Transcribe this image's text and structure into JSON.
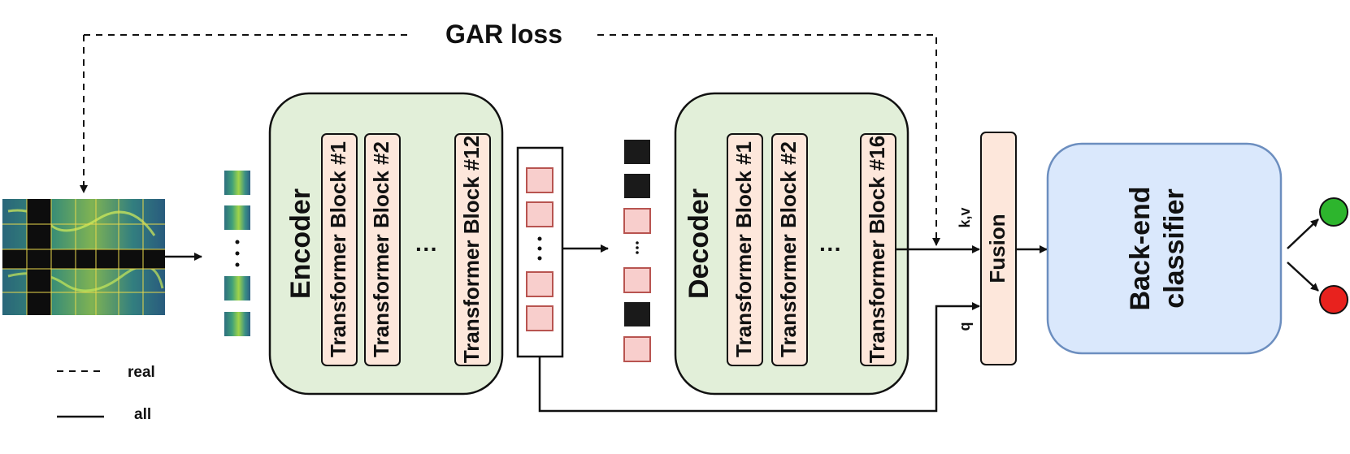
{
  "loss_label": "GAR loss",
  "legend": {
    "dashed_label": "real",
    "solid_label": "all"
  },
  "encoder": {
    "title": "Encoder",
    "blocks": [
      "Transformer Block #1",
      "Transformer Block #2",
      "Transformer Block #12"
    ]
  },
  "decoder": {
    "title": "Decoder",
    "blocks": [
      "Transformer Block #1",
      "Transformer Block #2",
      "Transformer Block #16"
    ]
  },
  "ellipsis": "···",
  "fusion": {
    "label": "Fusion",
    "kv_label": "k,v",
    "q_label": "q"
  },
  "classifier": {
    "line1": "Back-end",
    "line2": "classifier"
  },
  "outputs": [
    {
      "color": "#2db52d"
    },
    {
      "color": "#e8221e"
    }
  ],
  "colors": {
    "green_box": "#e2efd9",
    "block_fill": "#fde7db",
    "token_fill": "#f8cecc",
    "token_stroke": "#b85450",
    "masked": "#1a1a1a",
    "classifier_fill": "#dae8fc",
    "classifier_stroke": "#6c8ebf"
  },
  "icons": {
    "spectrogram": "spectrogram-image",
    "patches": "spectrogram-patch-icons"
  }
}
